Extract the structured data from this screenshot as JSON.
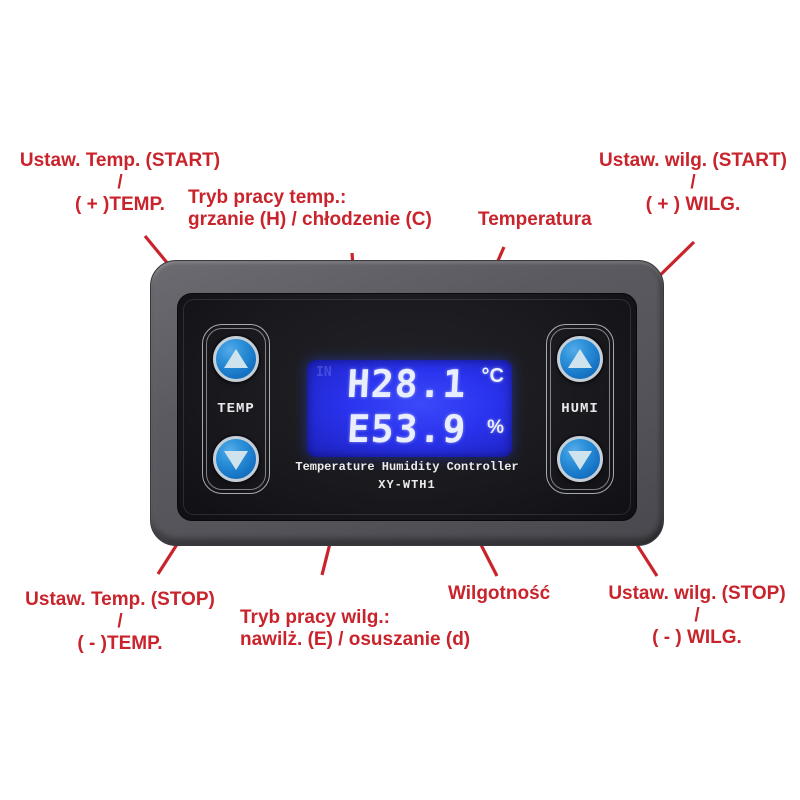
{
  "colors": {
    "annotation_red": "#c9232c",
    "lcd_backlight_blue": "#2a33ee",
    "button_blue": "#1877c8",
    "case_gray": "#58585e",
    "panel_black": "#17171b"
  },
  "device": {
    "temp_group": {
      "label": "TEMP",
      "up_icon": "up-triangle",
      "down_icon": "down-triangle"
    },
    "humi_group": {
      "label": "HUMI",
      "up_icon": "up-triangle",
      "down_icon": "down-triangle"
    },
    "display": {
      "corner_hint": "IN",
      "temp_row": {
        "text": "H28.1",
        "unit": "°C"
      },
      "humi_row": {
        "text": "E53.9",
        "unit": "%"
      }
    },
    "caption_line1": "Temperature Humidity Controller",
    "caption_line2": "XY-WTH1"
  },
  "annotations": {
    "temp_start": {
      "line1": "Ustaw. Temp. (START)",
      "line2": "/",
      "line3": "( + )TEMP."
    },
    "temp_mode": {
      "line1": "Tryb pracy temp.:",
      "line2": "grzanie (H) / chłodzenie (C)"
    },
    "temperature": {
      "label": "Temperatura"
    },
    "humi_start": {
      "line1": "Ustaw. wilg. (START)",
      "line2": "/",
      "line3": "( + ) WILG."
    },
    "temp_stop": {
      "line1": "Ustaw. Temp. (STOP)",
      "line2": "/",
      "line3": "( - )TEMP."
    },
    "humi_mode": {
      "line1": "Tryb pracy wilg.:",
      "line2": "nawilż. (E) / osuszanie (d)"
    },
    "humidity": {
      "label": "Wilgotność"
    },
    "humi_stop": {
      "line1": "Ustaw. wilg. (STOP)",
      "line2": "/",
      "line3": "( - ) WILG."
    }
  }
}
